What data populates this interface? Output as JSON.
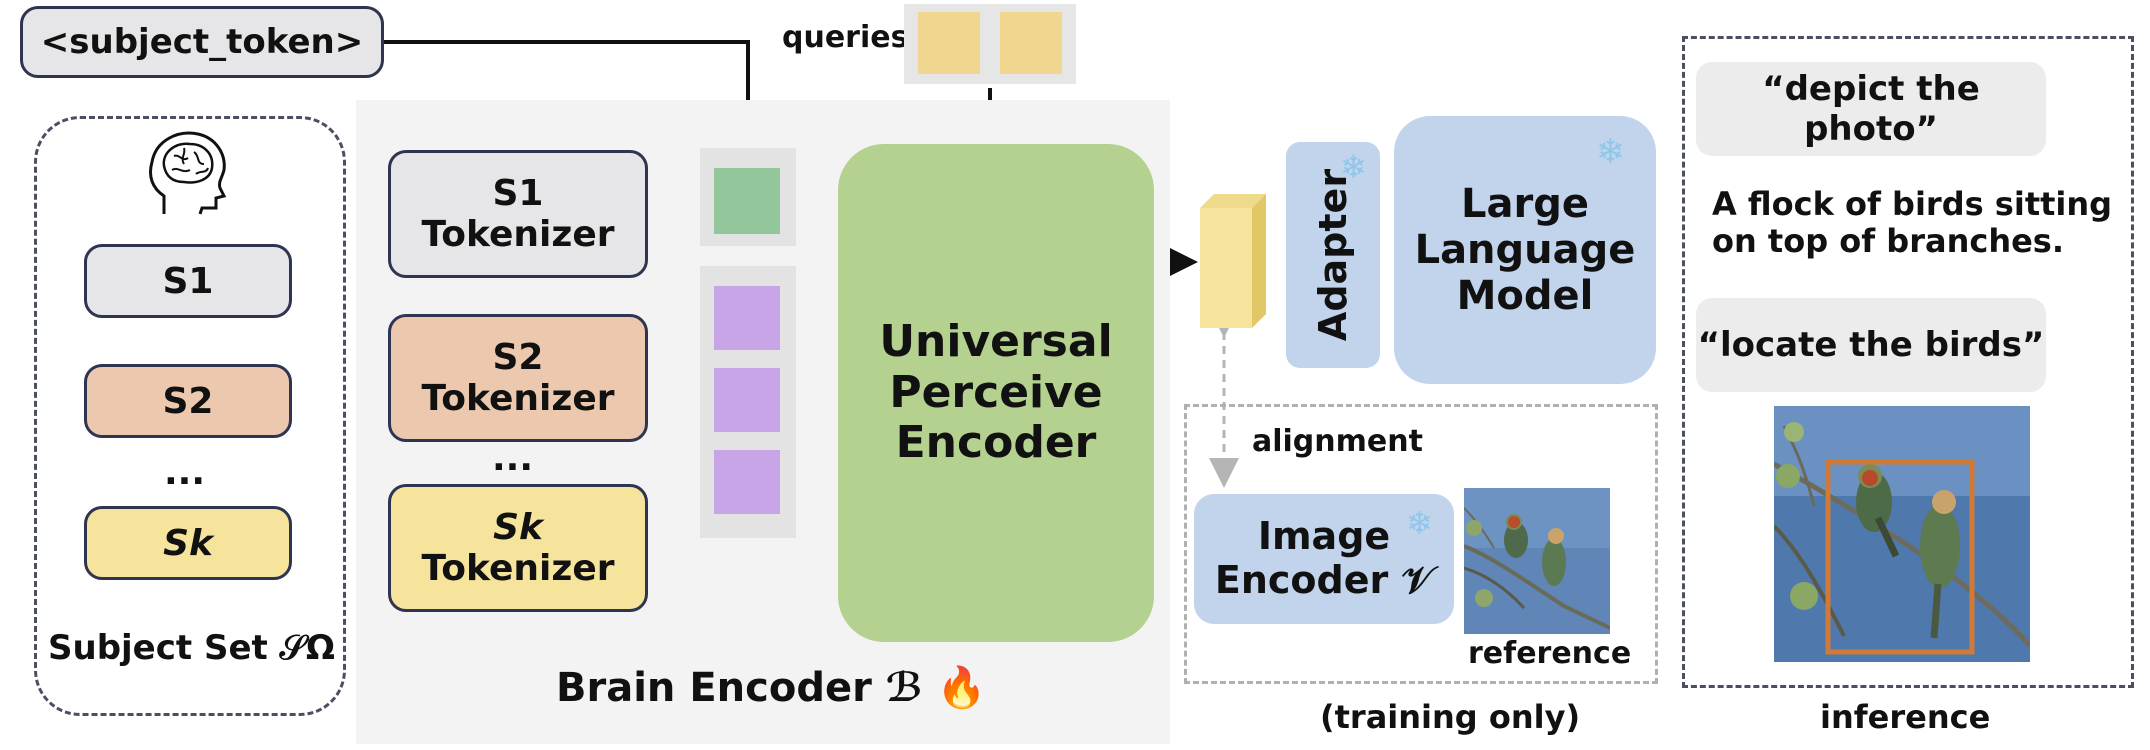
{
  "subject_token": "<subject_token>",
  "queries_label": "queries",
  "subject_set": {
    "items": [
      "S1",
      "S2",
      "...",
      "Sk"
    ],
    "caption": "Subject Set 𝒮Ω"
  },
  "tokenizers": [
    "S1 Tokenizer",
    "S2 Tokenizer",
    "...",
    "Sk Tokenizer"
  ],
  "tokenizer_lines": [
    [
      "S1",
      "Tokenizer"
    ],
    [
      "S2",
      "Tokenizer"
    ],
    [
      "Sk",
      "Tokenizer"
    ]
  ],
  "encoder": [
    "Universal",
    "Perceive",
    "Encoder"
  ],
  "brain_encoder_label": "Brain Encoder ℬ 🔥",
  "adapter_label": "Adapter",
  "llm": [
    "Large",
    "Language",
    "Model"
  ],
  "alignment_label": "alignment",
  "image_encoder": [
    "Image",
    "Encoder 𝒱"
  ],
  "reference_label": "reference",
  "training_only_label": "(training only)",
  "inference": {
    "prompt1": "“depict the photo”",
    "answer1": [
      "A flock of birds sitting",
      "on top of branches."
    ],
    "prompt2": "“locate the birds”",
    "caption": "inference"
  },
  "colors": {
    "gray_box": "#e6e6e8",
    "orange_box": "#ecc9ae",
    "yellow_box": "#f6e49c",
    "green_encoder": "#b4d18f",
    "green_token": "#93c79b",
    "purple_token": "#c8a5e6",
    "query_token": "#f1d690",
    "blue_box": "#c1d4ec",
    "panel_bg": "#f3f3f3",
    "bbox": "#d07a3a"
  },
  "icons": [
    "brain-head-icon",
    "snowflake-icon",
    "fire-icon"
  ]
}
